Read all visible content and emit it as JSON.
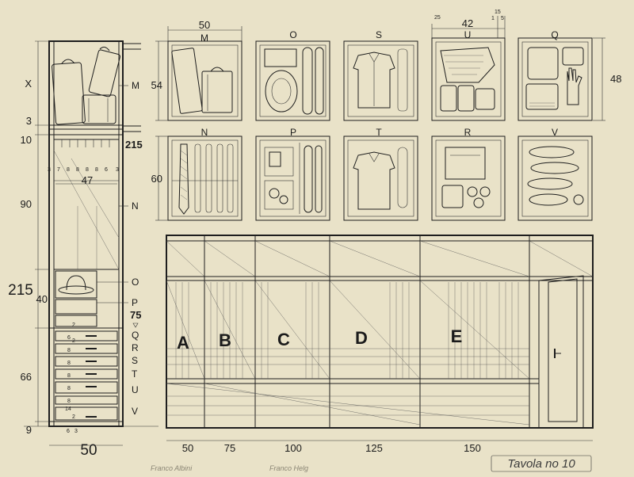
{
  "section": {
    "total_height": "215",
    "width": "50",
    "top_label": "X",
    "heights": [
      "54",
      "3",
      "10",
      "90",
      "40",
      "66",
      "9"
    ],
    "inner_width": "47",
    "rod_spacing": [
      "3",
      "7",
      "8",
      "8",
      "8",
      "8",
      "6",
      "3"
    ],
    "side_letters": [
      "M",
      "N",
      "O",
      "P",
      "Q",
      "R",
      "S",
      "T",
      "U",
      "V"
    ],
    "upper_height": "215",
    "lower_height": "75",
    "bottom_note": [
      "6",
      "3"
    ],
    "drawer_numbers": [
      "2",
      "6",
      "8",
      "8",
      "8",
      "8",
      "8",
      "14",
      "2",
      "2"
    ]
  },
  "details": {
    "dim_width": "50",
    "dim_m": "54",
    "dim_n": "60",
    "dim_u_left": "25",
    "dim_u": "42",
    "dim_u_right": [
      "15",
      "1",
      "5"
    ],
    "dim_q": "48",
    "top_row": [
      "M",
      "O",
      "S",
      "U",
      "Q"
    ],
    "bottom_row": [
      "N",
      "P",
      "T",
      "R",
      "V"
    ]
  },
  "elevation": {
    "bays": [
      "A",
      "B",
      "C",
      "D",
      "E"
    ],
    "widths": [
      "50",
      "75",
      "100",
      "125",
      "150"
    ]
  },
  "signature": [
    "Tavola no 10",
    "Franco Albini",
    "Franco Helg"
  ]
}
